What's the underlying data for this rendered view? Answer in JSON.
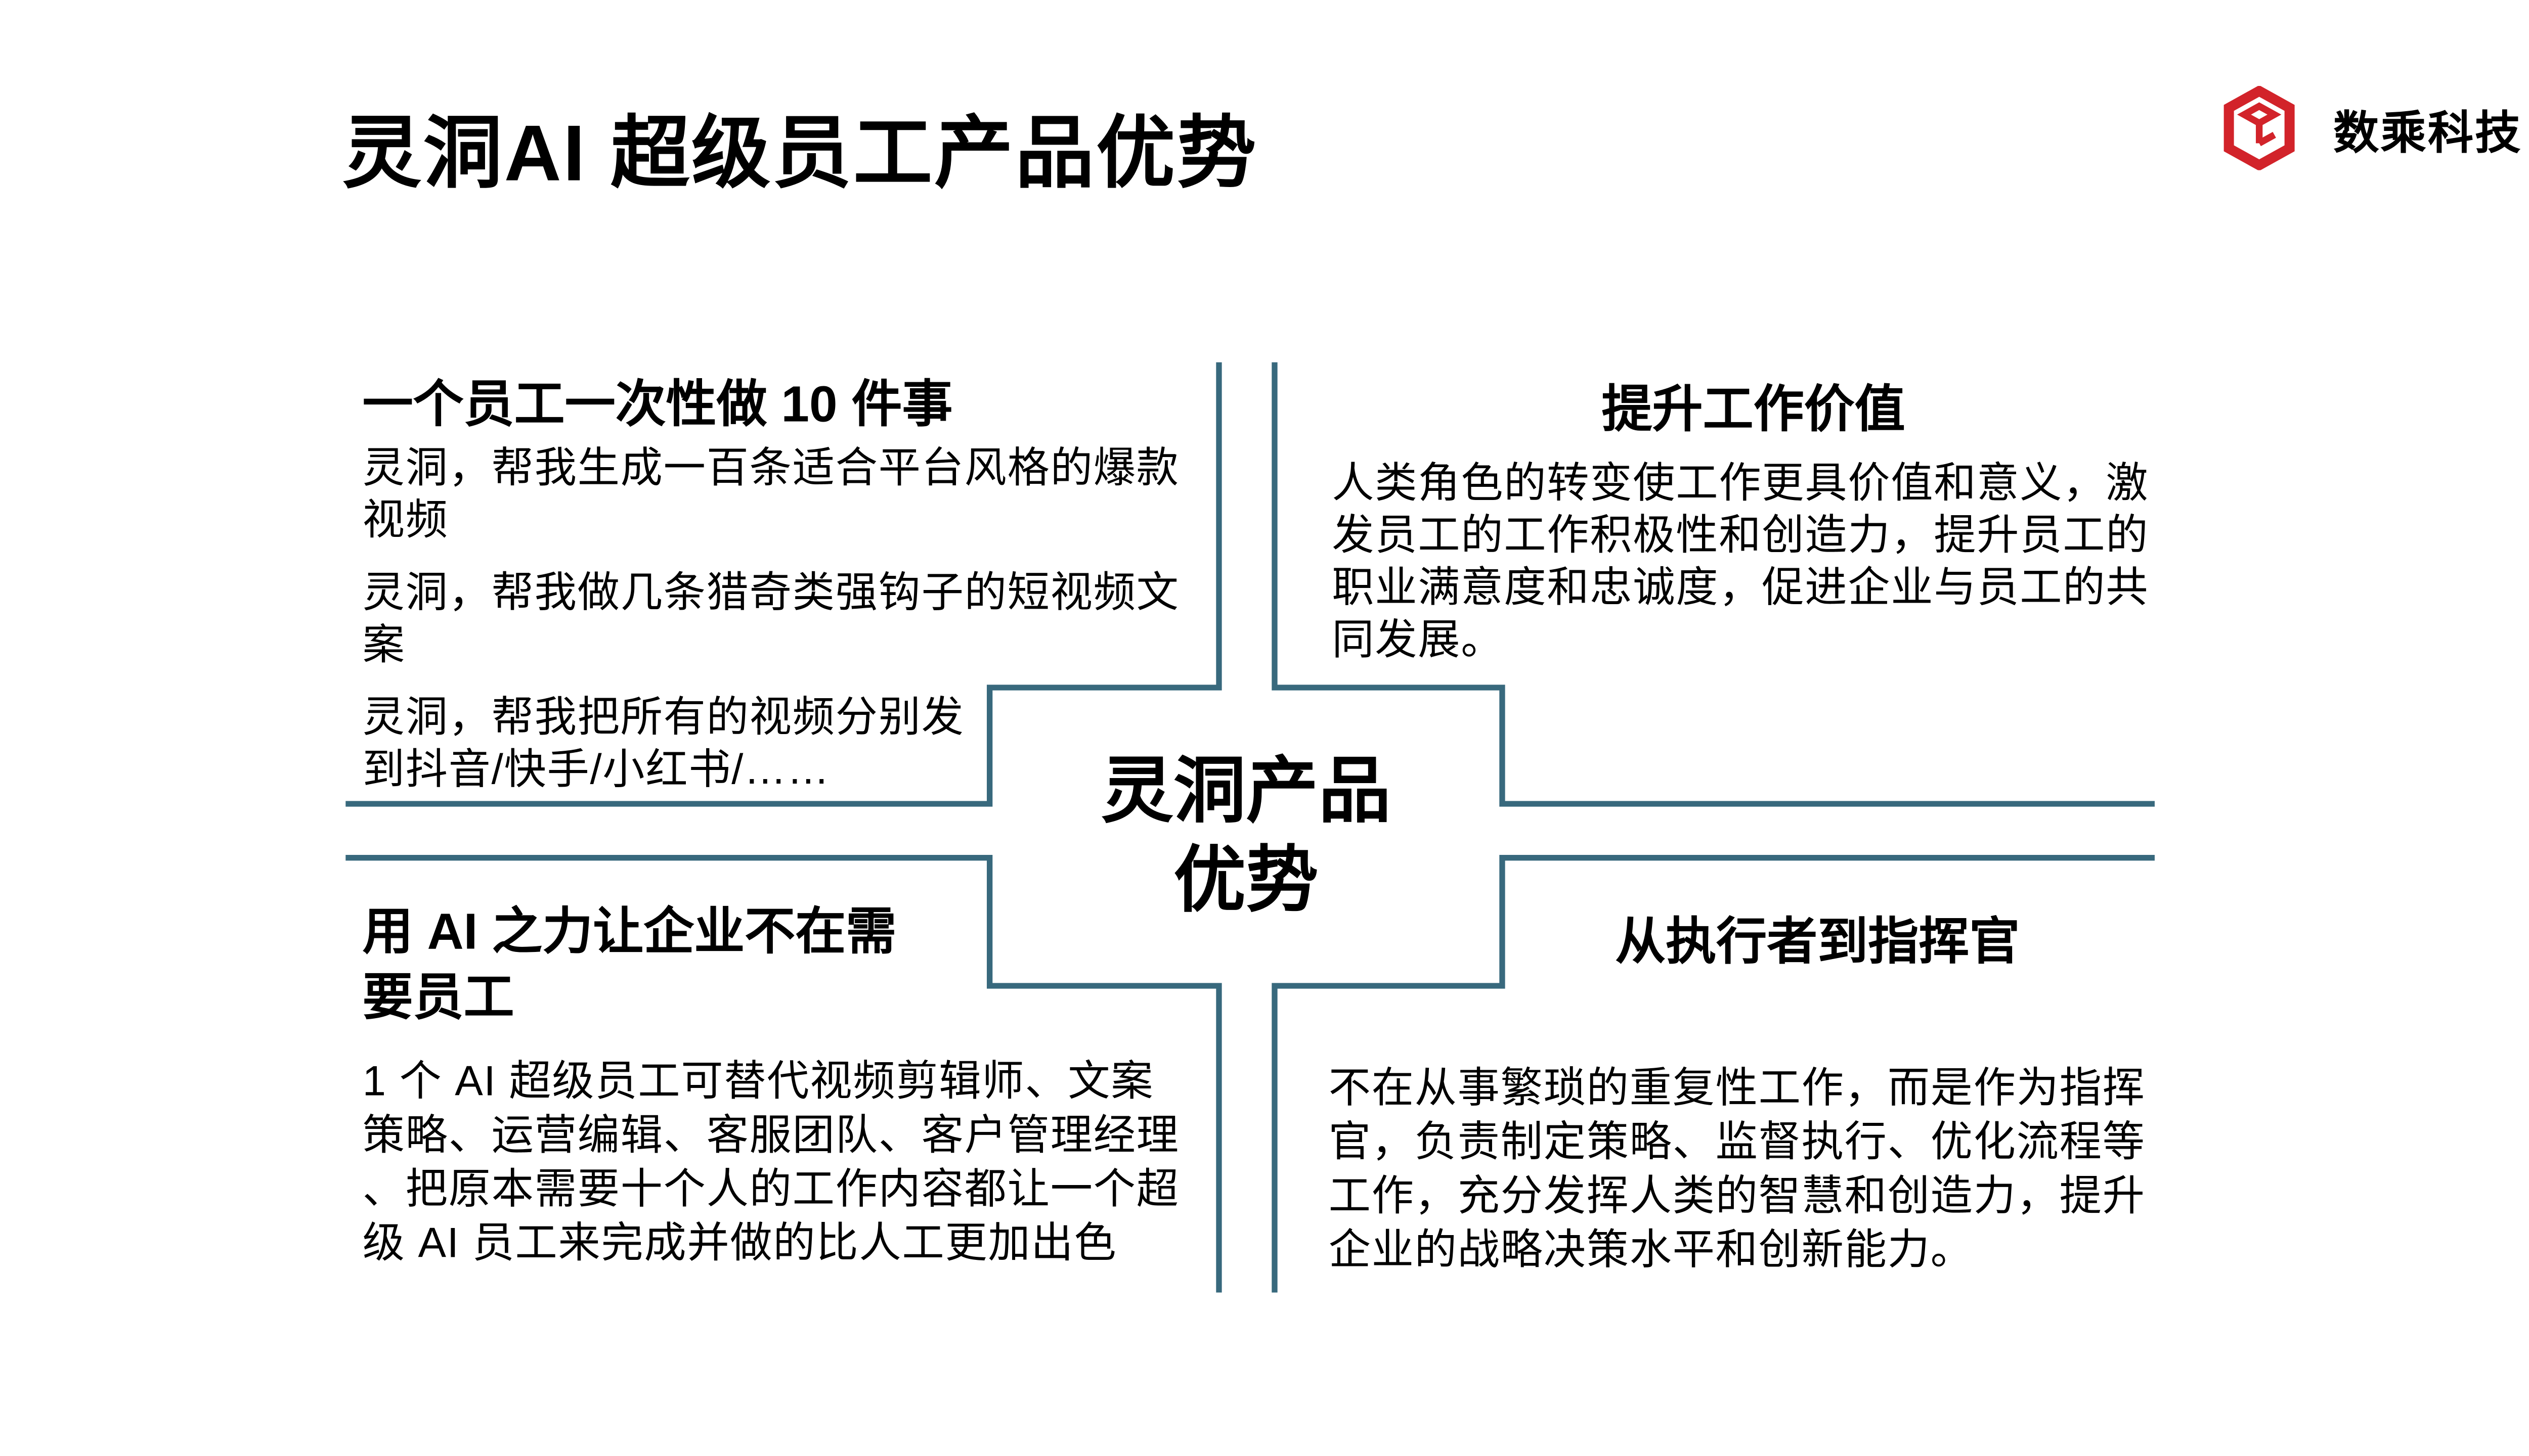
{
  "slide": {
    "title": "灵洞AI 超级员工产品优势",
    "background_color": "#ffffff",
    "text_color": "#000000"
  },
  "logo": {
    "name": "数乘科技",
    "icon": "hexagon-cube-logo",
    "color": "#d2232a"
  },
  "diagram": {
    "type": "matrix-pinwheel",
    "accent_color": "#38697d",
    "center": {
      "label": "灵洞产品\n优势"
    },
    "quadrants": [
      {
        "id": "top-left",
        "heading": "一个员工一次性做 10 件事",
        "items": [
          "灵洞，帮我生成一百条适合平台风格的爆款\n视频",
          "灵洞，帮我做几条猎奇类强钩子的短视频文\n案",
          "灵洞，帮我把所有的视频分别发\n到抖音/快手/小红书/……"
        ]
      },
      {
        "id": "top-right",
        "heading": "提升工作价值",
        "body": "人类角色的转变使工作更具价值和意义，激\n发员工的工作积极性和创造力，提升员工的\n职业满意度和忠诚度，促进企业与员工的共\n同发展。"
      },
      {
        "id": "bottom-left",
        "heading": "用 AI 之力让企业不在需\n要员工",
        "body": "1 个 AI 超级员工可替代视频剪辑师、文案\n策略、运营编辑、客服团队、客户管理经理\n、把原本需要十个人的工作内容都让一个超\n级 AI 员工来完成并做的比人工更加出色"
      },
      {
        "id": "bottom-right",
        "heading": "从执行者到指挥官",
        "body": "不在从事繁琐的重复性工作，而是作为指挥\n官，负责制定策略、监督执行、优化流程等\n工作，充分发挥人类的智慧和创造力，提升\n企业的战略决策水平和创新能力。"
      }
    ]
  }
}
